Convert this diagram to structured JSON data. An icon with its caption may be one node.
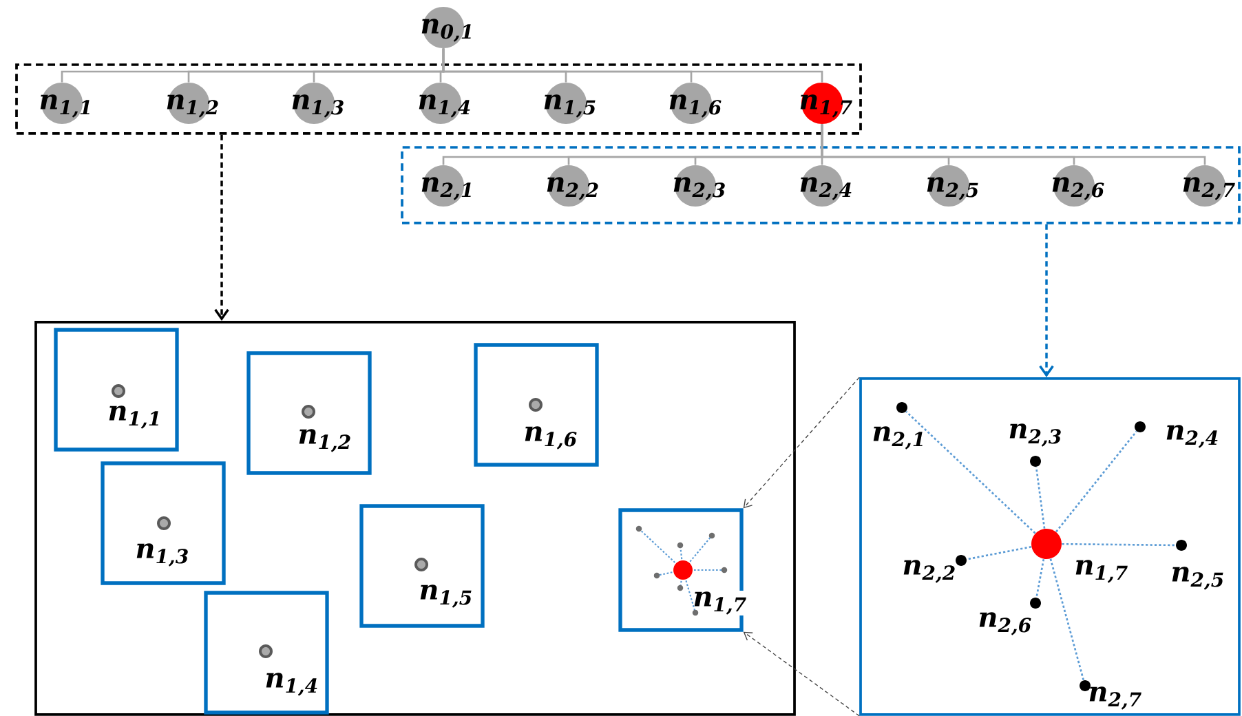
{
  "diagram": {
    "nodes": [
      {
        "text": [
          "n$_{0,1}$"
        ]
      },
      {
        "text": [],
        "shape": "box"
      },
      {
        "text": [
          "n$_{1,1}$"
        ],
        "in": 1
      },
      {
        "text": [
          "n$_{1,2}$"
        ],
        "in": 1
      },
      {
        "text": [
          "n$_{1,3}$"
        ],
        "in": 1
      },
      {
        "text": [
          "n$_{1,4}$"
        ],
        "in": 1
      },
      {
        "text": [
          "n$_{1,5}$"
        ],
        "in": 1
      },
      {
        "text": [
          "n$_{1,6}$"
        ],
        "in": 1
      },
      {
        "text": [
          "n$_{1,7}$"
        ],
        "in": 1
      },
      {
        "text": [],
        "shape": "box"
      },
      {
        "text": [
          "n$_{2,1}$"
        ],
        "in": 9
      },
      {
        "text": [
          "n$_{2,2}$"
        ],
        "in": 9
      },
      {
        "text": [
          "n$_{2,3}$"
        ],
        "in": 9
      },
      {
        "text": [
          "n$_{2,4}$"
        ],
        "in": 9
      },
      {
        "text": [
          "n$_{2,5}$"
        ],
        "in": 9
      },
      {
        "text": [
          "n$_{2,6}$"
        ],
        "in": 9
      },
      {
        "text": [
          "n$_{2,7}$"
        ],
        "in": 9
      },
      {
        "text": [],
        "shape": "box"
      },
      {
        "text": [
          "n$_{1,1}$"
        ],
        "in": 17
      },
      {
        "text": [
          "n$_{1,2}$"
        ],
        "in": 17
      },
      {
        "text": [
          "n$_{1,6}$"
        ],
        "in": 17
      },
      {
        "text": [
          "n$_{1,3}$"
        ],
        "in": 17
      },
      {
        "text": [
          "n$_{1,5}$"
        ],
        "in": 17
      },
      {
        "text": [
          "n$_{1,4}$"
        ],
        "in": 17
      },
      {
        "text": [
          "n$_{1,7}$"
        ],
        "in": 17
      },
      {
        "text": [],
        "shape": "box"
      },
      {
        "text": [
          "n$_{2,1}$"
        ],
        "in": 25
      },
      {
        "text": [
          "n$_{2,3}$"
        ],
        "in": 25
      },
      {
        "text": [
          "n$_{2,4}$"
        ],
        "in": 25
      },
      {
        "text": [
          "n$_{2,2}$"
        ],
        "in": 25
      },
      {
        "text": [
          "n$_{1,7}$"
        ],
        "in": 25
      },
      {
        "text": [
          "n$_{2,5}$"
        ],
        "in": 25
      },
      {
        "text": [
          "n$_{2,6}$"
        ],
        "in": 25
      },
      {
        "text": [
          "n$_{2,7}$"
        ],
        "in": 25
      }
    ],
    "edges": [
      {
        "from": 0,
        "to": 2,
        "arrow": "none"
      },
      {
        "from": 0,
        "to": 3,
        "arrow": "none"
      },
      {
        "from": 0,
        "to": 4,
        "arrow": "none"
      },
      {
        "from": 0,
        "to": 5,
        "arrow": "none"
      },
      {
        "from": 0,
        "to": 6,
        "arrow": "none"
      },
      {
        "from": 0,
        "to": 7,
        "arrow": "none"
      },
      {
        "from": 0,
        "to": 8,
        "arrow": "none"
      },
      {
        "from": 8,
        "to": 10,
        "arrow": "none"
      },
      {
        "from": 8,
        "to": 11,
        "arrow": "none"
      },
      {
        "from": 8,
        "to": 12,
        "arrow": "none"
      },
      {
        "from": 8,
        "to": 13,
        "arrow": "none"
      },
      {
        "from": 8,
        "to": 14,
        "arrow": "none"
      },
      {
        "from": 8,
        "to": 15,
        "arrow": "none"
      },
      {
        "from": 8,
        "to": 16,
        "arrow": "none"
      },
      {
        "from": 1,
        "to": 17,
        "arrow": "to",
        "style": "dashed",
        "color": "#000000"
      },
      {
        "from": 9,
        "to": 25,
        "arrow": "to",
        "style": "dashed",
        "color": "#0070c0"
      },
      {
        "from": 25,
        "to": 24,
        "arrow": "to",
        "style": "dashed",
        "color": "#404040"
      },
      {
        "from": 25,
        "to": 24,
        "arrow": "to",
        "style": "dashed",
        "color": "#404040"
      },
      {
        "from": 30,
        "to": 26,
        "arrow": "none",
        "style": "dashed",
        "color": "#5b9bd5"
      },
      {
        "from": 30,
        "to": 27,
        "arrow": "none",
        "style": "dashed",
        "color": "#5b9bd5"
      },
      {
        "from": 30,
        "to": 28,
        "arrow": "none",
        "style": "dashed",
        "color": "#5b9bd5"
      },
      {
        "from": 30,
        "to": 29,
        "arrow": "none",
        "style": "dashed",
        "color": "#5b9bd5"
      },
      {
        "from": 30,
        "to": 31,
        "arrow": "none",
        "style": "dashed",
        "color": "#5b9bd5"
      },
      {
        "from": 30,
        "to": 32,
        "arrow": "none",
        "style": "dashed",
        "color": "#5b9bd5"
      },
      {
        "from": 30,
        "to": 33,
        "arrow": "none",
        "style": "dashed",
        "color": "#5b9bd5"
      }
    ]
  }
}
